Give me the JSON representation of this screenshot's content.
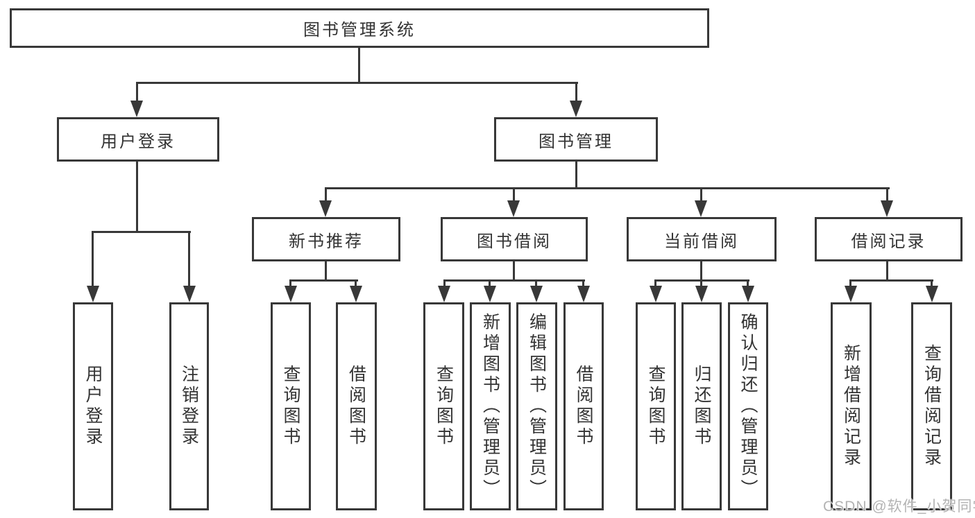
{
  "tree": {
    "root": "图书管理系统",
    "branches": [
      {
        "label": "用户登录",
        "children": [
          "用户登录",
          "注销登录"
        ]
      },
      {
        "label": "图书管理",
        "groups": [
          {
            "label": "新书推荐",
            "children": [
              "查询图书",
              "借阅图书"
            ]
          },
          {
            "label": "图书借阅",
            "children": [
              "查询图书",
              "新增图书（管理员）",
              "编辑图书（管理员）",
              "借阅图书"
            ]
          },
          {
            "label": "当前借阅",
            "children": [
              "查询图书",
              "归还图书",
              "确认归还（管理员）"
            ]
          },
          {
            "label": "借阅记录",
            "children": [
              "新增借阅记录",
              "查询借阅记录"
            ]
          }
        ]
      }
    ]
  },
  "watermark": {
    "text": "CSDN @软件_小贺同学"
  },
  "colors": {
    "line": "#383838",
    "text": "#333333",
    "watermark": "#b3b3b3",
    "background": "#ffffff"
  }
}
